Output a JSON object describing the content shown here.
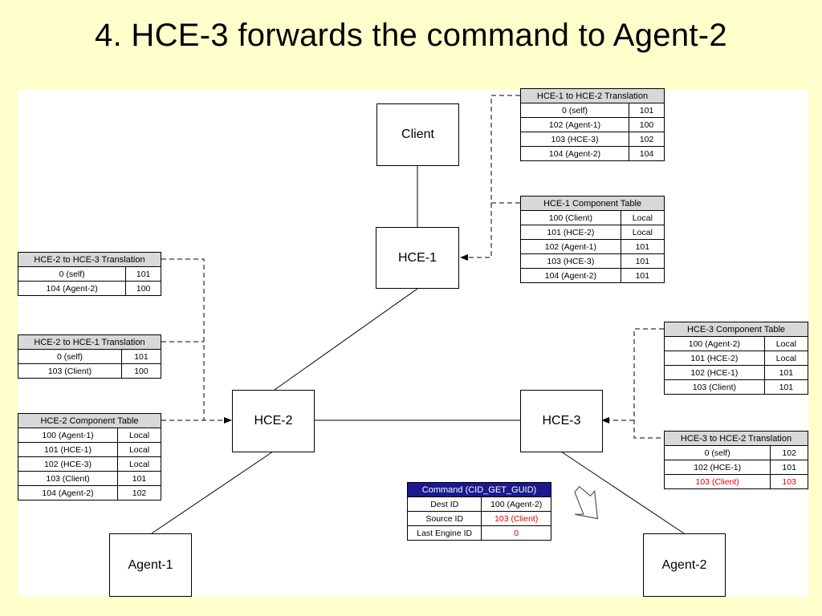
{
  "title": "4. HCE-3 forwards the command to Agent-2",
  "nodes": {
    "client": "Client",
    "hce1": "HCE-1",
    "hce2": "HCE-2",
    "hce3": "HCE-3",
    "agent1": "Agent-1",
    "agent2": "Agent-2"
  },
  "tables": {
    "hce1_to_hce2": {
      "title": "HCE-1 to HCE-2 Translation",
      "rows": [
        [
          "0 (self)",
          "101"
        ],
        [
          "102 (Agent-1)",
          "100"
        ],
        [
          "103 (HCE-3)",
          "102"
        ],
        [
          "104 (Agent-2)",
          "104"
        ]
      ]
    },
    "hce1_component": {
      "title": "HCE-1 Component Table",
      "rows": [
        [
          "100 (Client)",
          "Local"
        ],
        [
          "101 (HCE-2)",
          "Local"
        ],
        [
          "102 (Agent-1)",
          "101"
        ],
        [
          "103 (HCE-3)",
          "101"
        ],
        [
          "104 (Agent-2)",
          "101"
        ]
      ]
    },
    "hce2_to_hce3": {
      "title": "HCE-2 to HCE-3 Translation",
      "rows": [
        [
          "0 (self)",
          "101"
        ],
        [
          "104 (Agent-2)",
          "100"
        ]
      ]
    },
    "hce2_to_hce1": {
      "title": "HCE-2 to HCE-1 Translation",
      "rows": [
        [
          "0 (self)",
          "101"
        ],
        [
          "103 (Client)",
          "100"
        ]
      ]
    },
    "hce2_component": {
      "title": "HCE-2 Component Table",
      "rows": [
        [
          "100 (Agent-1)",
          "Local"
        ],
        [
          "101 (HCE-1)",
          "Local"
        ],
        [
          "102 (HCE-3)",
          "Local"
        ],
        [
          "103 (Client)",
          "101"
        ],
        [
          "104 (Agent-2)",
          "102"
        ]
      ]
    },
    "hce3_component": {
      "title": "HCE-3 Component Table",
      "rows": [
        [
          "100 (Agent-2)",
          "Local"
        ],
        [
          "101 (HCE-2)",
          "Local"
        ],
        [
          "102 (HCE-1)",
          "101"
        ],
        [
          "103 (Client)",
          "101"
        ]
      ]
    },
    "hce3_to_hce2": {
      "title": "HCE-3 to HCE-2 Translation",
      "rows": [
        [
          "0 (self)",
          "102"
        ],
        [
          "102 (HCE-1)",
          "101"
        ],
        [
          "103 (Client)",
          "103"
        ]
      ],
      "highlight_row": 2
    },
    "command": {
      "title": "Command (CID_GET_GUID)",
      "rows": [
        [
          "Dest ID",
          "100 (Agent-2)"
        ],
        [
          "Source ID",
          "103 (Client)"
        ],
        [
          "Last Engine ID",
          "0"
        ]
      ],
      "highlight_rows": [
        1,
        2
      ]
    }
  },
  "colors": {
    "highlight": "#e00000",
    "command_header": "#1a1a8c",
    "slide_background": "#ffffcc"
  },
  "icons": {
    "flow_arrow": "hollow-arrow-icon"
  }
}
